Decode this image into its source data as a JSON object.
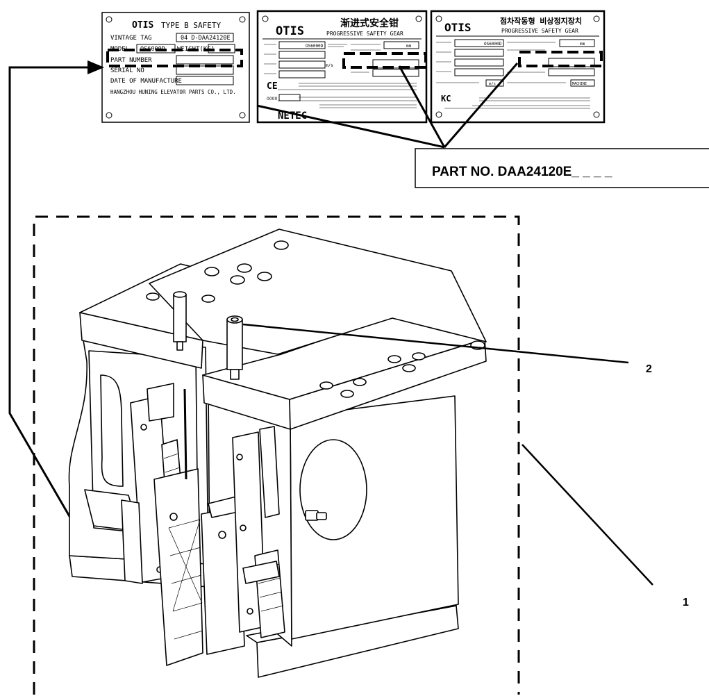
{
  "plate_left": {
    "brand": "OTIS",
    "title": "TYPE B SAFETY",
    "rows": [
      {
        "label": "VINTAGE TAG",
        "value": "04 D-DAA24120E"
      },
      {
        "label": "MODEL",
        "value": "OS6000D",
        "extra_label": "WEIGHT(KG)"
      },
      {
        "label": "PART NUMBER",
        "value": ""
      },
      {
        "label": "SERIAL NO",
        "value": ""
      },
      {
        "label": "DATE OF MANUFACTURE",
        "value": ""
      }
    ],
    "footer": "HANGZHOU HUNING ELEVATOR PARTS CO., LTD."
  },
  "plate_middle": {
    "brand": "OTIS",
    "title_cn": "渐进式安全钳",
    "title_en": "PROGRESSIVE SAFETY GEAR",
    "model_value": "OS6000D",
    "unit_mm": "mm",
    "unit_ms": "m/s",
    "ce_mark": "CE",
    "netec": "NETEC",
    "number": "0000"
  },
  "plate_right": {
    "brand": "OTIS",
    "title_kr": "점차작동형 비상정지장치",
    "title_en": "PROGRESSIVE SAFETY GEAR",
    "model_value": "OS6000D",
    "unit_mm": "mm",
    "unit_ms": "m/s",
    "kc_mark": "KC",
    "finish_value": "MACHINE"
  },
  "callout": {
    "part_no_text": "PART NO.  DAA24120E_ _ _ _"
  },
  "item_labels": {
    "one": "1",
    "two": "2"
  }
}
